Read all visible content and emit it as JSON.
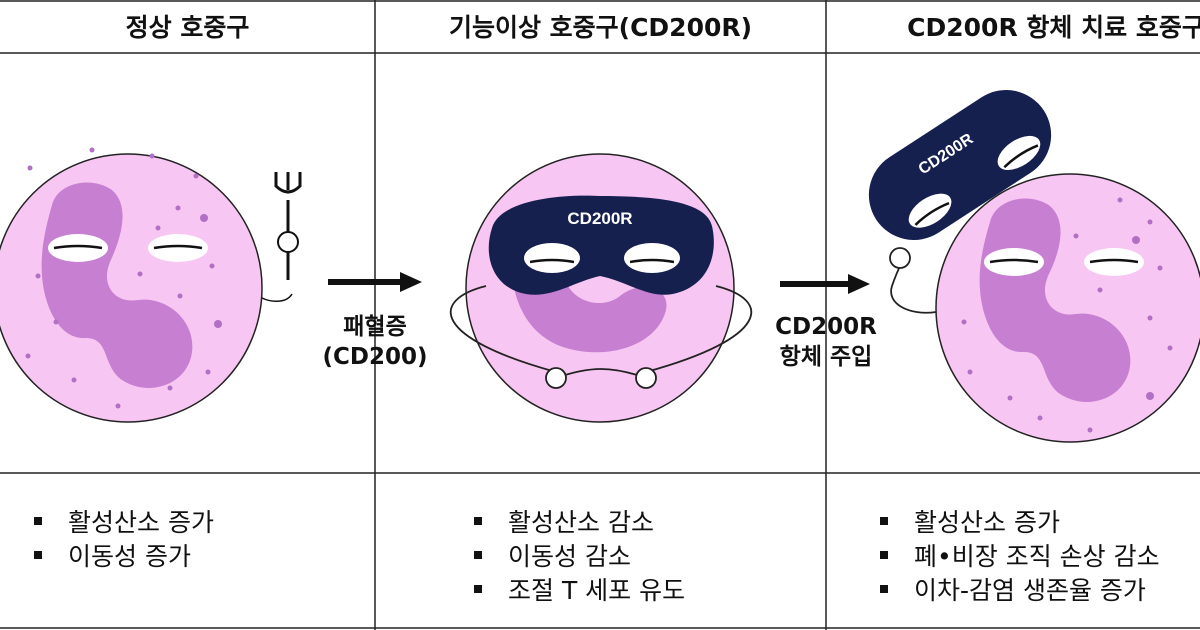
{
  "headers": [
    "정상 호중구",
    "기능이상 호중구(CD200R)",
    "CD200R 항체 치료 호중구"
  ],
  "arrow1_label": [
    "패혈증",
    "(CD200)"
  ],
  "arrow2_label": [
    "CD200R",
    "항체 주입"
  ],
  "mask_label": "CD200R",
  "bullets": {
    "col1": [
      "활성산소 증가",
      "이동성 증가"
    ],
    "col2": [
      "활성산소 감소",
      "이동성 감소",
      "조절 T 세포 유도"
    ],
    "col3": [
      "활성산소 증가",
      "폐•비장 조직 손상 감소",
      "이차-감염 생존율 증가"
    ]
  },
  "colors": {
    "cell": "#f7c6f2",
    "nucleus": "#c77fd2",
    "mask": "#16204f",
    "dot": "#b170c4"
  }
}
